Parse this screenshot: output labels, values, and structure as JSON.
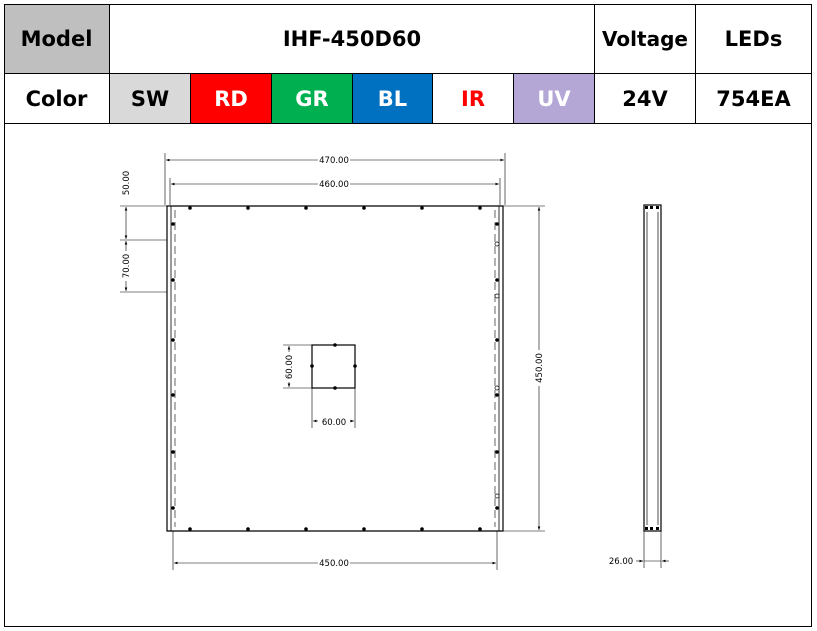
{
  "spec": {
    "model_label": "Model",
    "model_value": "IHF-450D60",
    "voltage_label": "Voltage",
    "leds_label": "LEDs",
    "color_label": "Color",
    "colors": [
      {
        "label": "SW",
        "bg": "#d9d9d9",
        "fg": "#000000"
      },
      {
        "label": "RD",
        "bg": "#ff0000",
        "fg": "#ffffff"
      },
      {
        "label": "GR",
        "bg": "#00b050",
        "fg": "#ffffff"
      },
      {
        "label": "BL",
        "bg": "#0070c0",
        "fg": "#ffffff"
      },
      {
        "label": "IR",
        "bg": "#ffffff",
        "fg": "#ff0000"
      },
      {
        "label": "UV",
        "bg": "#b4a7d6",
        "fg": "#ffffff"
      }
    ],
    "voltage_value": "24V",
    "leds_value": "754EA",
    "header_bg": "#bfbfbf"
  },
  "drawing": {
    "dim_470": "470.00",
    "dim_460": "460.00",
    "dim_50": "50.00",
    "dim_70": "70.00",
    "dim_60_v": "60.00",
    "dim_60_h": "60.00",
    "dim_450_v": "450.00",
    "dim_450_h": "450.00",
    "dim_26": "26.00"
  }
}
